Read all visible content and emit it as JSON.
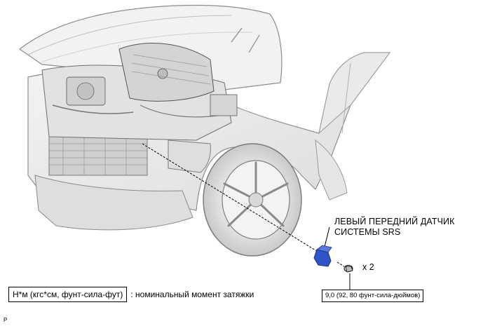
{
  "callout": {
    "line1": "ЛЕВЫЙ ПЕРЕДНИЙ ДАТЧИК",
    "line2": "СИСТЕМЫ SRS"
  },
  "bolt": {
    "quantity": "x 2"
  },
  "torque": {
    "value": "9,0 (92, 80 фунт-сила-дюймов)"
  },
  "legend": {
    "units": "Н*м (кгс*см, фунт-сила-фут)",
    "description": ": номинальный момент затяжки"
  },
  "figure": {
    "id": "P"
  },
  "colors": {
    "sensor": "#2f54c6",
    "line": "#000000",
    "car": "#9a9a9a"
  }
}
